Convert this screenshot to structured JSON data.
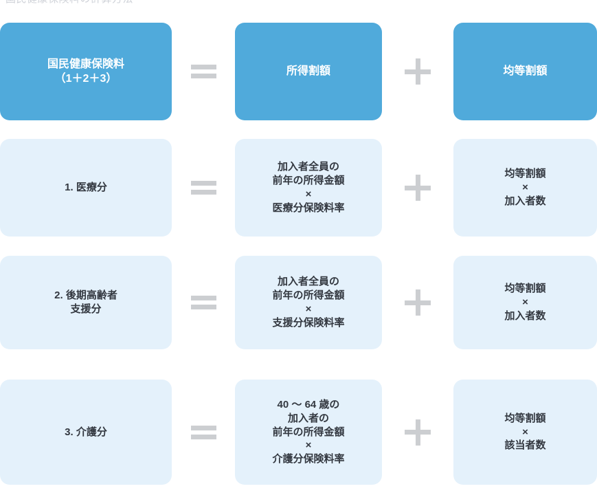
{
  "page": {
    "title_clipped": "国民健康保険料の計算方法",
    "operators": {
      "equals": "=",
      "plus": "+",
      "multiply": "×"
    },
    "colors": {
      "header_box": "#50aadb",
      "body_box": "#e4f1fb",
      "header_text": "#ffffff",
      "body_text": "#333840",
      "operator": "#ccced1",
      "background": "#ffffff"
    }
  },
  "rows": [
    {
      "kind": "header",
      "left": {
        "lines": [
          "国民健康保険料",
          "（1＋2＋3）"
        ]
      },
      "middle": {
        "lines": [
          "所得割額"
        ]
      },
      "right": {
        "lines": [
          "均等割額"
        ]
      }
    },
    {
      "kind": "body",
      "left": {
        "lines": [
          "1. 医療分"
        ]
      },
      "middle": {
        "lines": [
          "加入者全員の",
          "前年の所得金額",
          "×",
          "医療分保険料率"
        ]
      },
      "right": {
        "lines": [
          "均等割額",
          "×",
          "加入者数"
        ]
      }
    },
    {
      "kind": "body",
      "left": {
        "lines": [
          "2. 後期高齢者",
          "支援分"
        ]
      },
      "middle": {
        "lines": [
          "加入者全員の",
          "前年の所得金額",
          "×",
          "支援分保険料率"
        ]
      },
      "right": {
        "lines": [
          "均等割額",
          "×",
          "加入者数"
        ]
      }
    },
    {
      "kind": "body",
      "left": {
        "lines": [
          "3. 介護分"
        ]
      },
      "middle": {
        "lines": [
          "40 〜 64 歳の",
          "加入者の",
          "前年の所得金額",
          "×",
          "介護分保険料率"
        ]
      },
      "right": {
        "lines": [
          "均等割額",
          "×",
          "該当者数"
        ]
      }
    }
  ]
}
